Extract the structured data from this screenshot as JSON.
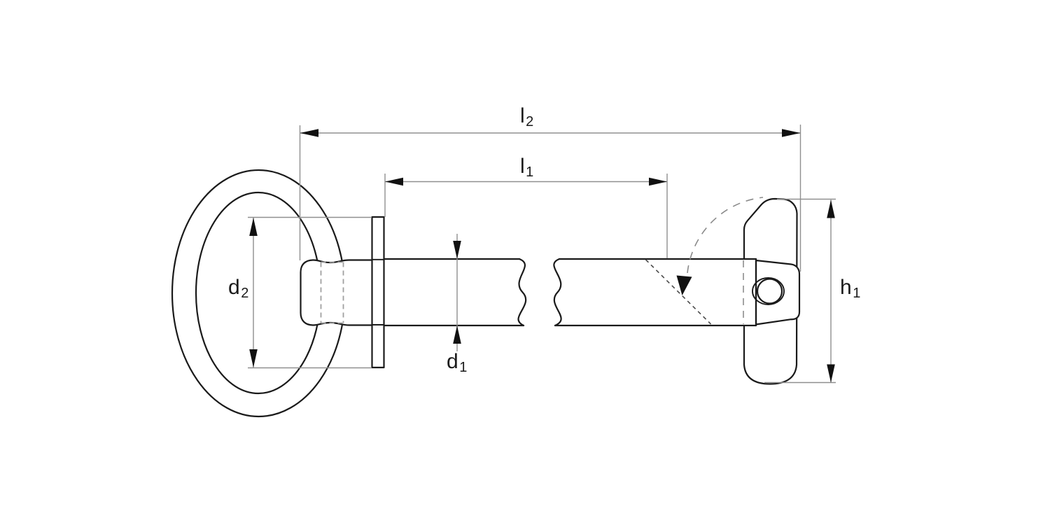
{
  "colors": {
    "background": "#ffffff",
    "outline": "#1a1a1a",
    "dimension_line": "#8f8f8f",
    "hidden_line": "#a0a0a0",
    "arrow": "#111111"
  },
  "dimension_labels": {
    "l2": {
      "main": "l",
      "sub": "2"
    },
    "l1": {
      "main": "l",
      "sub": "1"
    },
    "d2": {
      "main": "d",
      "sub": "2"
    },
    "d1": {
      "main": "d",
      "sub": "1"
    },
    "h1": {
      "main": "h",
      "sub": "1"
    }
  }
}
